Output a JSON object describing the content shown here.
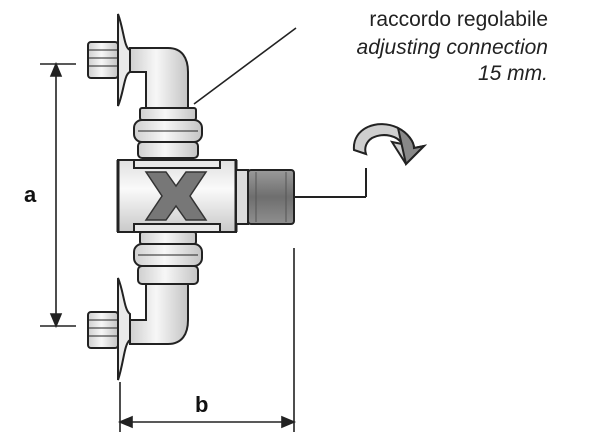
{
  "labels": {
    "italian": "raccordo regolabile",
    "english": "adjusting connection",
    "size": "15 mm.",
    "dim_a": "a",
    "dim_b": "b"
  },
  "colors": {
    "line": "#222222",
    "metal_light": "#f4f4f4",
    "metal_mid": "#d6d6d6",
    "metal_dark": "#9a9a9a",
    "sleeve": "#8a8a8a"
  }
}
